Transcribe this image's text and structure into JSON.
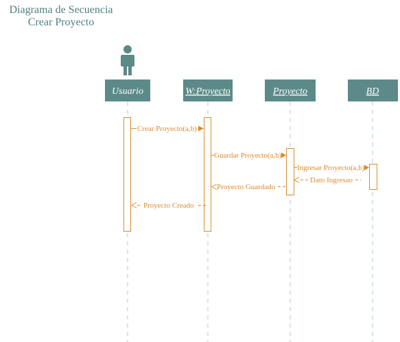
{
  "title": {
    "line1": "Diagrama de Secuencia",
    "line2": "Crear Proyecto"
  },
  "participants": [
    {
      "id": "usuario",
      "label": "Usuario",
      "underline": false,
      "actor": true
    },
    {
      "id": "wproyecto",
      "label": "W:Proyecto",
      "underline": true,
      "actor": false
    },
    {
      "id": "proyecto",
      "label": "Proyecto",
      "underline": true,
      "actor": false
    },
    {
      "id": "bd",
      "label": "BD",
      "underline": true,
      "actor": false
    }
  ],
  "messages": [
    {
      "from": "usuario",
      "to": "wproyecto",
      "label": "Crear Proyecto(a,b)",
      "type": "sync"
    },
    {
      "from": "wproyecto",
      "to": "proyecto",
      "label": "Guardar Proyecto(a,b)",
      "type": "sync"
    },
    {
      "from": "proyecto",
      "to": "bd",
      "label": "Ingresar Proyecto(a,b)",
      "type": "sync"
    },
    {
      "from": "bd",
      "to": "proyecto",
      "label": "Dato Ingresao",
      "type": "return"
    },
    {
      "from": "proyecto",
      "to": "wproyecto",
      "label": "Proyecto Guardado",
      "type": "return"
    },
    {
      "from": "wproyecto",
      "to": "usuario",
      "label": "Proyecto Creado",
      "type": "return"
    }
  ],
  "colors": {
    "participant_fill": "#5b8a88",
    "lifeline": "#a9cccc",
    "activation": "#d98b2b",
    "message": "#d98b2b",
    "title": "#4f7f80"
  }
}
